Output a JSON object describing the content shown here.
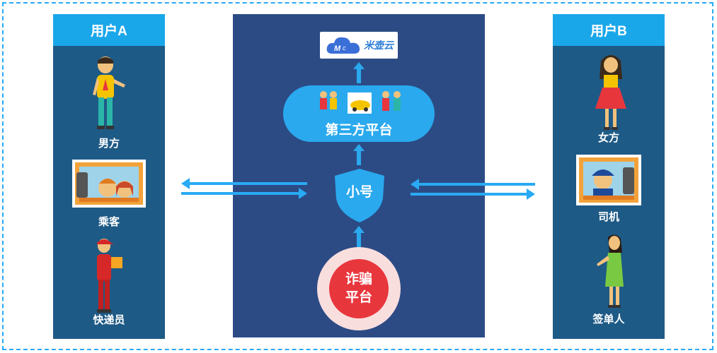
{
  "user_a": {
    "title": "用户A",
    "roles": [
      "男方",
      "乘客",
      "快递员"
    ]
  },
  "user_b": {
    "title": "用户B",
    "roles": [
      "女方",
      "司机",
      "签单人"
    ]
  },
  "center": {
    "logo_text": "米壶云",
    "third_party_label": "第三方平台",
    "shield_label": "小号",
    "scam_line1": "诈骗",
    "scam_line2": "平台"
  },
  "colors": {
    "side_panel": "#1e5a86",
    "center_panel": "#2c4b85",
    "accent": "#1aa7ea",
    "scam_red": "#e8363d"
  }
}
